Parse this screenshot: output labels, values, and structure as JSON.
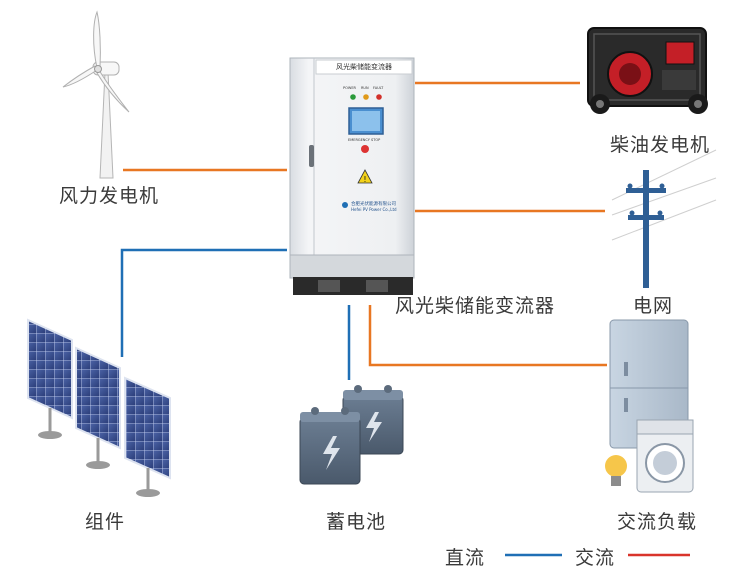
{
  "labels": {
    "wind_turbine": "风力发电机",
    "diesel_generator": "柴油发电机",
    "grid": "电网",
    "converter": "风光柴储能变流器",
    "pv_modules": "组件",
    "battery": "蓄电池",
    "ac_load": "交流负载"
  },
  "cabinet": {
    "title": "风光柴储能变流器",
    "indicators": [
      "POWER",
      "RUN",
      "FAULT"
    ],
    "emergency_label": "EMERGENCY STOP",
    "company_name": "合肥光伏能源有限公司",
    "company_name_en": "Hefei PV Power Co.,Ltd"
  },
  "legend": {
    "dc_label": "直流",
    "ac_label": "交流",
    "dc_color": "#1f6fb5",
    "ac_color": "#d9342b"
  },
  "colors": {
    "ac_line": "#e87722",
    "dc_line": "#1f6fb5"
  }
}
